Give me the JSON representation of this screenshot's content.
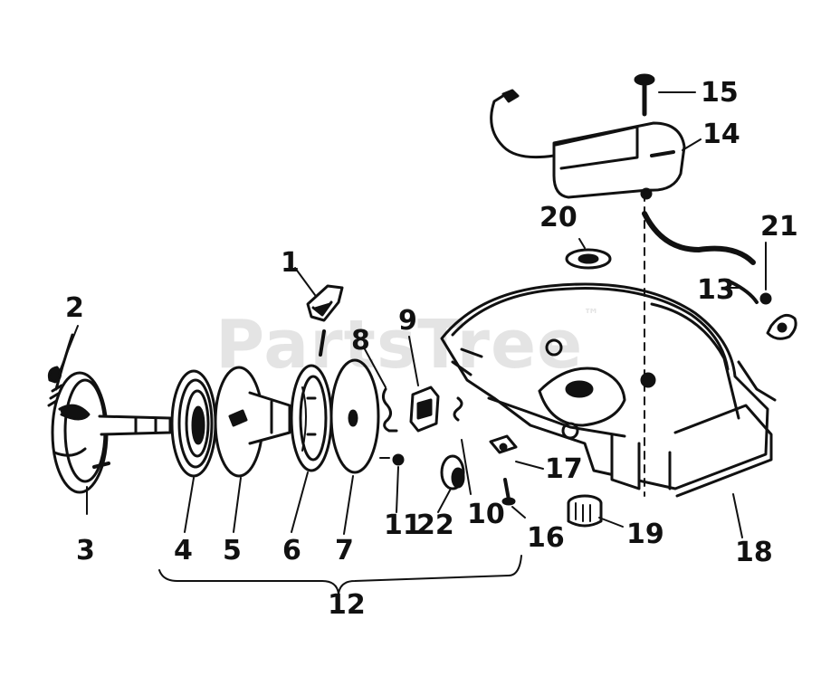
{
  "watermark": {
    "text": "PartsTree",
    "trademark": "™"
  },
  "callouts": {
    "c1": "1",
    "c2": "2",
    "c3": "3",
    "c4": "4",
    "c5": "5",
    "c6": "6",
    "c7": "7",
    "c8": "8",
    "c9": "9",
    "c10": "10",
    "c11": "11",
    "c12": "12",
    "c13": "13",
    "c14": "14",
    "c15": "15",
    "c16": "16",
    "c17": "17",
    "c18": "18",
    "c19": "19",
    "c20": "20",
    "c21": "21",
    "c22": "22"
  }
}
